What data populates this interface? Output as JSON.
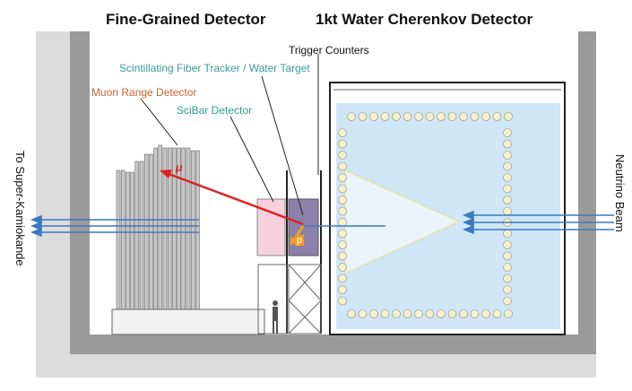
{
  "titles": {
    "fgd": "Fine-Grained Detector",
    "wc": "1kt Water Cherenkov Detector"
  },
  "labels": {
    "trigger": "Trigger Counters",
    "scifi": "Scintillating Fiber Tracker / Water Target",
    "mrd": "Muon Range Detector",
    "scibar": "SciBar Detector",
    "muon": "μ",
    "proton": "p"
  },
  "side": {
    "left": "To Super-Kamiokande",
    "right": "Neutrino Beam"
  },
  "colors": {
    "scifi": "#3a9aa0",
    "mrd": "#c8642a",
    "scibar": "#2aa08a",
    "muon": "#e02020",
    "proton": "#f0a020",
    "beam": "#3a78c0",
    "water": "#cfe6f7"
  }
}
